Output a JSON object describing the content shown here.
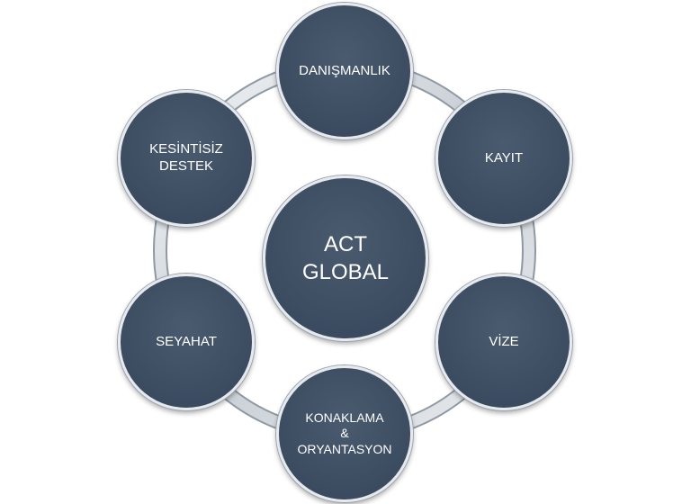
{
  "diagram": {
    "center": {
      "lines": [
        "ACT",
        "GLOBAL"
      ]
    },
    "nodes": [
      {
        "id": "danismanlik",
        "lines": [
          "DANIŞMANLIK"
        ]
      },
      {
        "id": "kayit",
        "lines": [
          "KAYIT"
        ]
      },
      {
        "id": "vize",
        "lines": [
          "VİZE"
        ]
      },
      {
        "id": "konaklama",
        "lines": [
          "KONAKLAMA",
          "&",
          "ORYANTASYON"
        ]
      },
      {
        "id": "seyahat",
        "lines": [
          "SEYAHAT"
        ]
      },
      {
        "id": "kesintisiz-destek",
        "lines": [
          "KESİNTİSİZ",
          "DESTEK"
        ]
      }
    ],
    "colors": {
      "node_fill": "#3f4f63",
      "node_border": "#e6eaee",
      "ring": "#c8ced4",
      "text": "#ffffff"
    }
  }
}
